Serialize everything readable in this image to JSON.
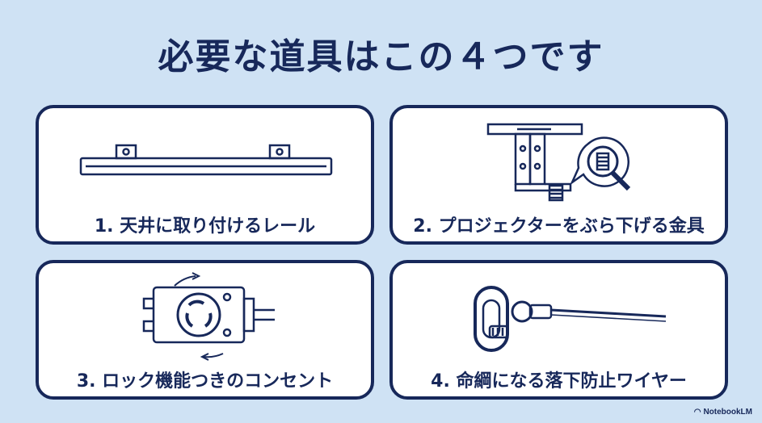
{
  "title": "必要な道具はこの４つです",
  "items": [
    {
      "label": "1. 天井に取り付けるレール",
      "icon": "ceiling-rail-icon"
    },
    {
      "label": "2. プロジェクターをぶら下げる金具",
      "icon": "bracket-icon"
    },
    {
      "label": "3. ロック機能つきのコンセント",
      "icon": "locking-outlet-icon"
    },
    {
      "label": "4. 命綱になる落下防止ワイヤー",
      "icon": "safety-wire-icon"
    }
  ],
  "brand": "NotebookLM",
  "colors": {
    "background": "#cfe2f4",
    "navy": "#17285a",
    "card": "#ffffff"
  }
}
